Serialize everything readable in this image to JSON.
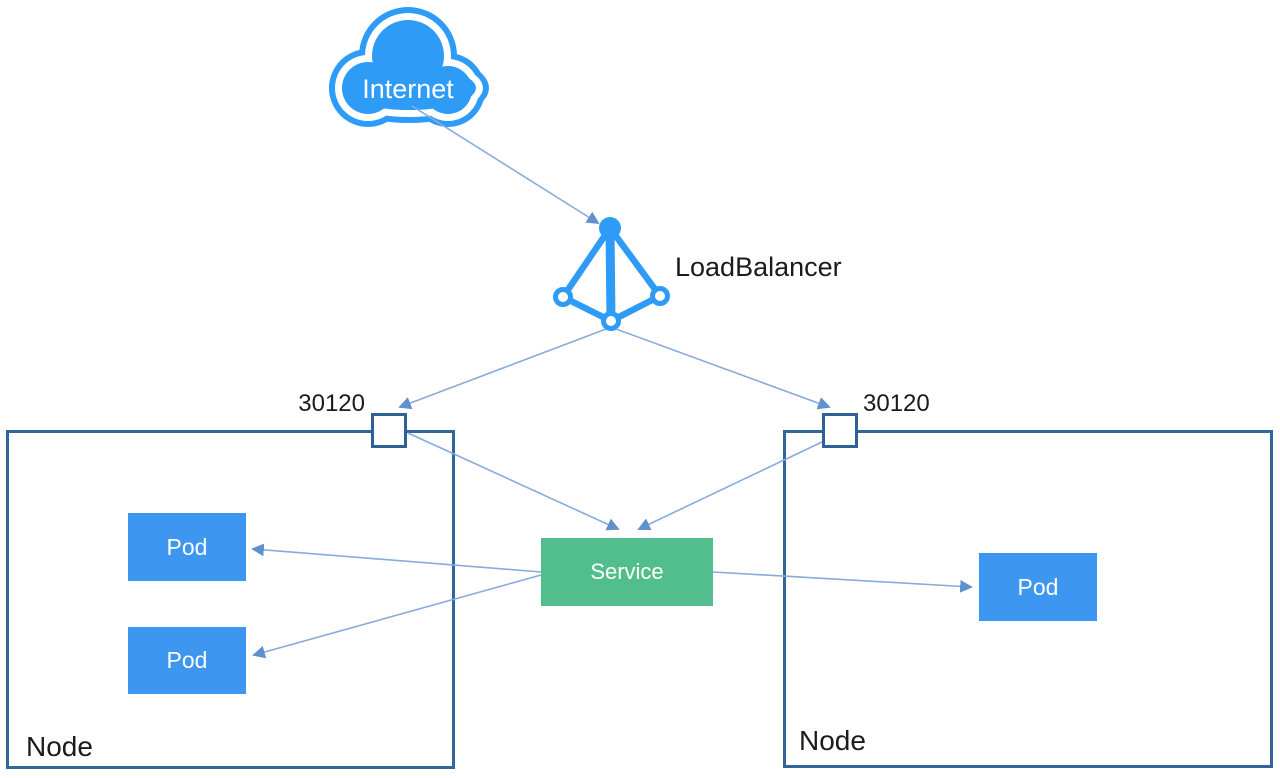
{
  "diagram_type": "kubernetes-loadbalancer-service",
  "internet": {
    "label": "Internet"
  },
  "load_balancer": {
    "label": "LoadBalancer"
  },
  "service": {
    "label": "Service"
  },
  "nodes": {
    "left": {
      "label": "Node",
      "node_port": "30120",
      "pods": [
        {
          "label": "Pod"
        },
        {
          "label": "Pod"
        }
      ]
    },
    "right": {
      "label": "Node",
      "node_port": "30120",
      "pods": [
        {
          "label": "Pod"
        }
      ]
    }
  },
  "edges": [
    {
      "from": "Internet",
      "to": "LoadBalancer"
    },
    {
      "from": "LoadBalancer",
      "to": "NodePort 30120 (left node)"
    },
    {
      "from": "LoadBalancer",
      "to": "NodePort 30120 (right node)"
    },
    {
      "from": "NodePort 30120 (left node)",
      "to": "Service"
    },
    {
      "from": "NodePort 30120 (right node)",
      "to": "Service"
    },
    {
      "from": "Service",
      "to": "Pod 1 (left node)"
    },
    {
      "from": "Service",
      "to": "Pod 2 (left node)"
    },
    {
      "from": "Service",
      "to": "Pod (right node)"
    }
  ],
  "colors": {
    "accent_blue": "#2E9BF7",
    "pod_blue": "#3D96EF",
    "service_green": "#53BE8D",
    "node_border_blue": "#31669A",
    "port_border_blue": "#2E6295",
    "connector_blue": "#87ABDB",
    "arrowhead_blue": "#5F91CC",
    "label_black": "#1B1B1B",
    "background": "#FFFFFF"
  }
}
